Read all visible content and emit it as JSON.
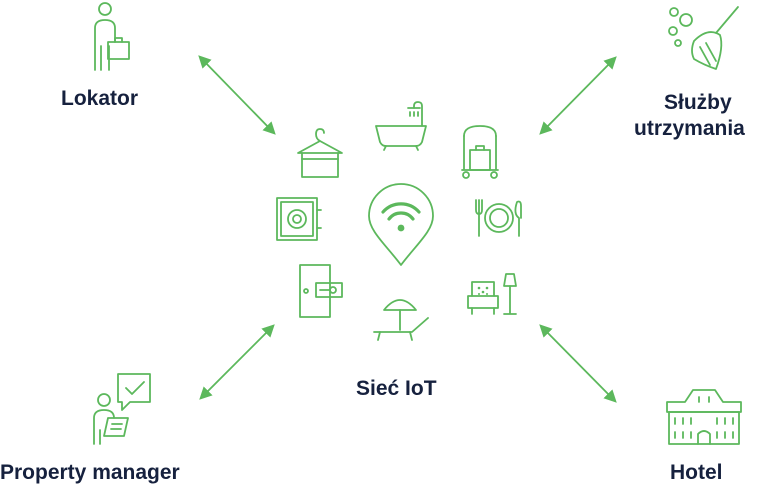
{
  "diagram": {
    "center": {
      "label": "Sieć IoT",
      "icon": "wifi-location-pin-icon",
      "devices": [
        {
          "name": "bathtub-icon"
        },
        {
          "name": "luggage-cart-icon"
        },
        {
          "name": "plate-cutlery-icon"
        },
        {
          "name": "armchair-lamp-icon"
        },
        {
          "name": "sunbed-umbrella-icon"
        },
        {
          "name": "smart-door-lock-icon"
        },
        {
          "name": "safe-icon"
        },
        {
          "name": "hanger-towel-icon"
        }
      ]
    },
    "actors": {
      "tenant": {
        "label": "Lokator",
        "icon": "person-briefcase-icon"
      },
      "maintenance": {
        "label_line1": "Służby",
        "label_line2": "utrzymania",
        "icon": "cleaning-broom-icon"
      },
      "property_manager": {
        "label": "Property manager",
        "icon": "person-checklist-icon"
      },
      "hotel": {
        "label": "Hotel",
        "icon": "hotel-building-icon"
      }
    },
    "connector_style": "double-headed-arrow",
    "accent_color": "#5cb85c",
    "text_color": "#16213e"
  }
}
